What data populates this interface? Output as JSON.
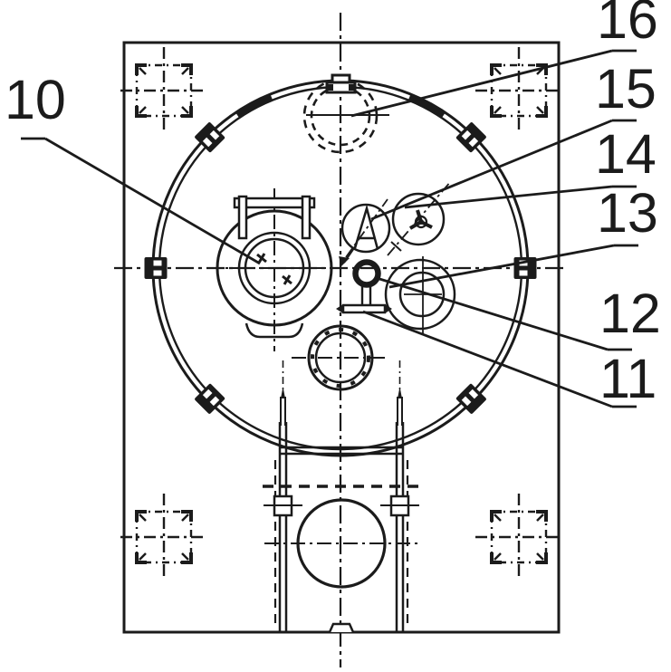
{
  "figure": {
    "type": "technical-drawing",
    "description": "Top view of a cylindrical vessel mounted on a rectangular base plate with numbered part callouts",
    "callouts": [
      {
        "number": "10"
      },
      {
        "number": "11"
      },
      {
        "number": "12"
      },
      {
        "number": "13"
      },
      {
        "number": "14"
      },
      {
        "number": "15"
      },
      {
        "number": "16"
      }
    ],
    "colors": {
      "line": "#1b1b1b",
      "background": "#ffffff"
    }
  }
}
